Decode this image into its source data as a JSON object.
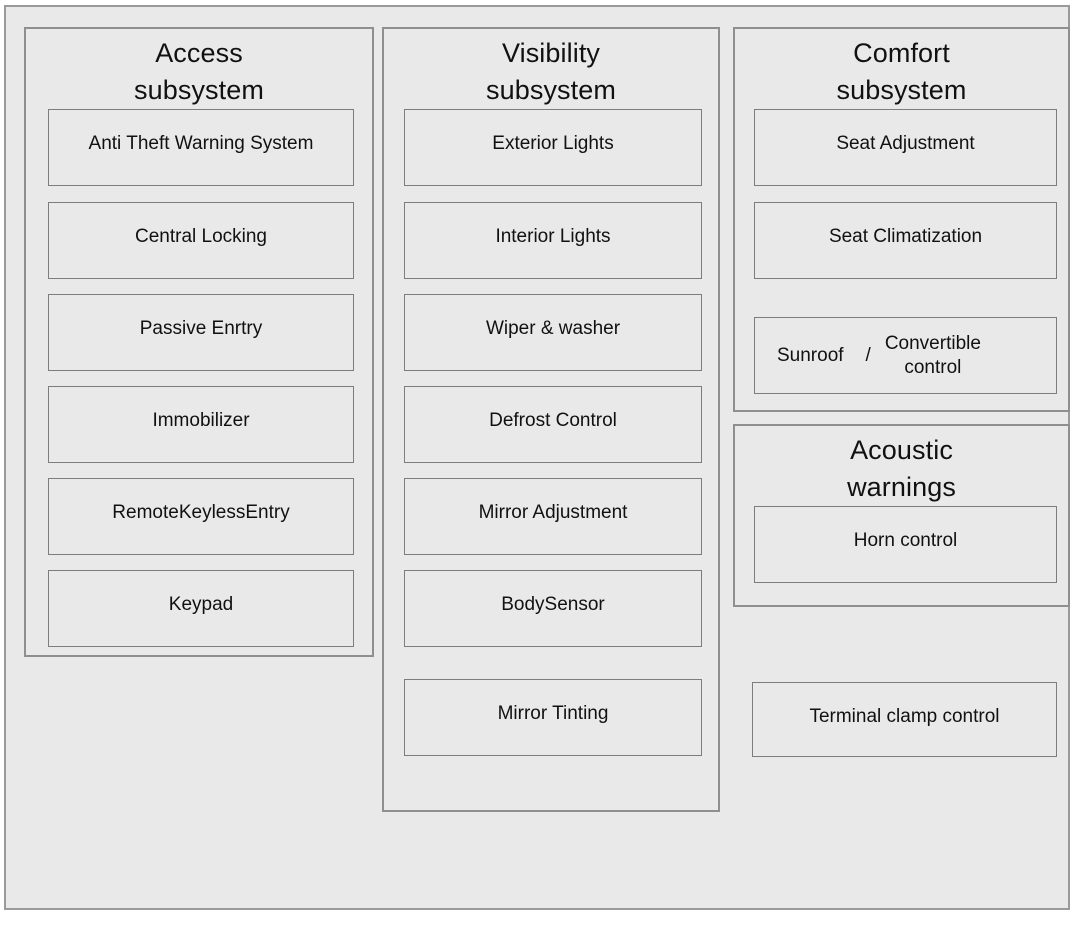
{
  "diagram": {
    "background_color": "#e9e9e9",
    "border_color": "#8f8f8f",
    "text_color": "#111111"
  },
  "panels": {
    "access": {
      "title": "Access\nsubsystem",
      "items": [
        "Anti Theft Warning System",
        "Central Locking",
        "Passive Enrtry",
        "Immobilizer",
        "RemoteKeylessEntry",
        "Keypad"
      ]
    },
    "visibility": {
      "title": "Visibility\nsubsystem",
      "items": [
        "Exterior Lights",
        "Interior Lights",
        "Wiper &  washer",
        "Defrost Control",
        "Mirror Adjustment",
        "BodySensor",
        "Mirror Tinting"
      ]
    },
    "comfort": {
      "title": "Comfort\nsubsystem",
      "items": [
        "Seat Adjustment",
        "Seat Climatization"
      ],
      "split_item": {
        "left": "Sunroof",
        "separator": "/",
        "right": "Convertible\ncontrol"
      }
    },
    "acoustic": {
      "title": "Acoustic\nwarnings",
      "items": [
        "Horn control"
      ]
    }
  },
  "standalone": {
    "terminal_clamp": "Terminal clamp control"
  }
}
